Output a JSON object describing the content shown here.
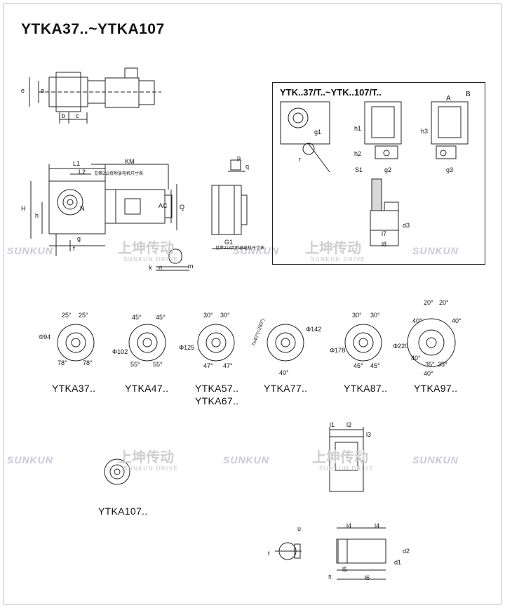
{
  "title": "YTKA37..~YTKA107",
  "inset_title": "YTK..37/T..~YTK..107/T..",
  "watermark": {
    "brand": "SUNKUN",
    "cn": "上坤传动",
    "sub": "SUNKUN DRIVE"
  },
  "labels": {
    "e": "e",
    "a": "a",
    "b": "b",
    "c": "c",
    "L1": "L1",
    "L2": "L2",
    "KM": "KM",
    "H": "H",
    "h": "h",
    "N": "N",
    "g": "g",
    "f": "f",
    "AC": "AC",
    "Q": "Q",
    "G1": "G1",
    "p": "p",
    "q": "q",
    "k": "k",
    "n": "n",
    "m": "m",
    "note1": "见第213页附录电机尺寸表",
    "note2": "见第213页附录电机尺寸表",
    "note3": "见第213页附录电机尺寸表",
    "A": "A",
    "B": "B",
    "g1": "g1",
    "h1": "h1",
    "h2": "h2",
    "h3": "h3",
    "g2": "g2",
    "g3": "g3",
    "s1": "S1",
    "r": "r",
    "l7": "l7",
    "l8": "l8",
    "d3": "d3",
    "l1": "l1",
    "l2": "l2",
    "l3": "l3",
    "l4a": "l4",
    "l4b": "l4",
    "u": "u",
    "t": "t",
    "d1": "d1",
    "d2": "d2",
    "s": "s",
    "l5": "l5",
    "l6": "l6"
  },
  "flanges": [
    {
      "model": "YTKA37..",
      "dia": "Φ94",
      "top1": "25°",
      "top2": "25°",
      "bot1": "78°",
      "bot2": "78°"
    },
    {
      "model": "YTKA47..",
      "dia": "Φ102",
      "top1": "45°",
      "top2": "45°",
      "bot1": "55°",
      "bot2": "55°"
    },
    {
      "model": "YTKA57..",
      "model2": "YTKA67..",
      "dia": "Φ125",
      "top1": "30°",
      "top2": "30°",
      "bot1": "47°",
      "bot2": "47°"
    },
    {
      "model": "YTKA77..",
      "dia": "Φ142",
      "side": "7x40°(=280°)",
      "bot1": "40°"
    },
    {
      "model": "YTKA87..",
      "dia": "Φ178",
      "top1": "30°",
      "top2": "30°",
      "bot1": "45°",
      "bot2": "45°"
    },
    {
      "model": "YTKA97..",
      "dia": "Φ220",
      "top1": "20°",
      "top2": "20°",
      "l1": "40°",
      "r1": "40°",
      "l2": "40°",
      "bot1": "35°",
      "bot2": "35°",
      "bot3": "40°"
    },
    {
      "model": "YTKA107.."
    }
  ]
}
